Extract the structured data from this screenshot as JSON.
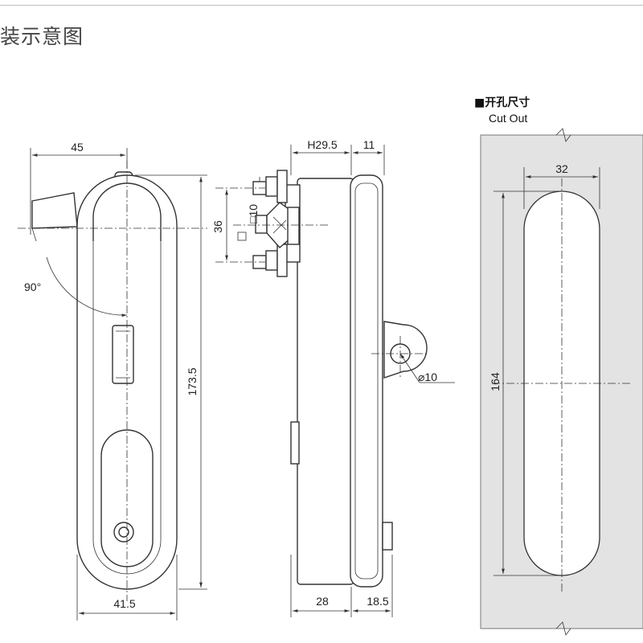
{
  "header": {
    "title": "装示意图"
  },
  "cutout": {
    "title_cn": "■开孔尺寸",
    "title_en": "Cut Out"
  },
  "dimensions": {
    "front_width_top": "45",
    "front_height": "173.5",
    "front_width_bottom": "41.5",
    "rotation_angle": "90°",
    "side_h": "H29.5",
    "side_top_right": "11",
    "side_spacing": "36",
    "side_square": "□10",
    "side_hole": "⌀10",
    "side_depth_left": "28",
    "side_depth_right": "18.5",
    "cutout_width": "32",
    "cutout_height": "164"
  }
}
